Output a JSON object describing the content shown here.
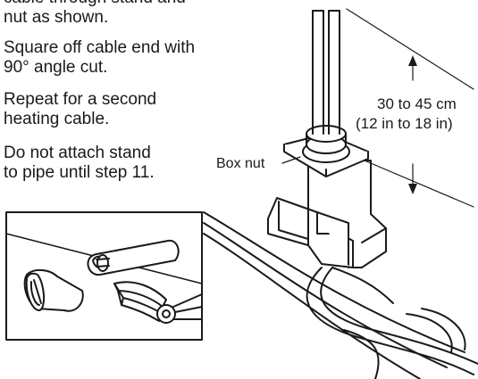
{
  "instructions": {
    "line_fragment": "cable through stand and",
    "line_fragment_2": "nut as shown.",
    "step_square_line1": "Square off cable end with",
    "step_square_line2": "90° angle cut.",
    "step_repeat_line1": "Repeat for a second",
    "step_repeat_line2": "heating cable.",
    "step_attach_line1": "Do not attach stand",
    "step_attach_line2": "to pipe until step 11."
  },
  "figure": {
    "dimension_line1": "30 to 45 cm",
    "dimension_line2": "(12 in to 18 in)",
    "callout_box_nut": "Box nut"
  }
}
